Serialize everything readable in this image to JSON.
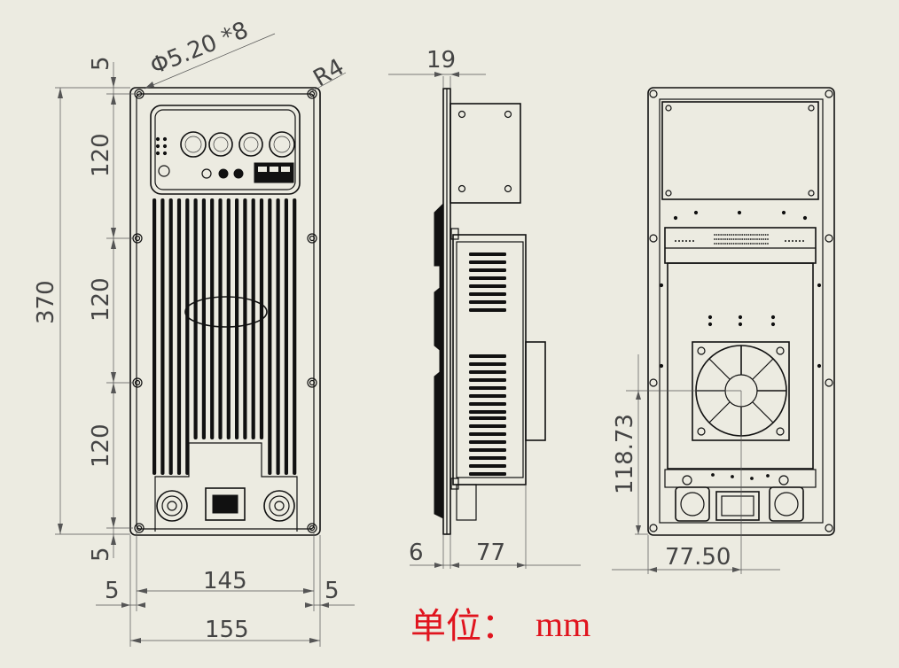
{
  "unit_label": {
    "cn": "单位：",
    "mm": "mm"
  },
  "front_view": {
    "hole_callout": "Φ5.20 *8",
    "radius_callout": "R4",
    "dim_top_margin": "5",
    "dim_section_1": "120",
    "dim_section_2": "120",
    "dim_section_3": "120",
    "dim_bottom_margin": "5",
    "dim_total_height": "370",
    "dim_left_margin": "5",
    "dim_right_margin": "5",
    "dim_hole_spacing": "145",
    "dim_total_width": "155"
  },
  "side_view": {
    "dim_top_depth": "19",
    "dim_flange": "6",
    "dim_depth": "77"
  },
  "rear_view": {
    "dim_fan_height": "118.73",
    "dim_fan_offset": "77.50"
  },
  "colors": {
    "background": "#ecebe1",
    "line": "#111111",
    "dimension": "#555555",
    "unit": "#e0141e"
  }
}
